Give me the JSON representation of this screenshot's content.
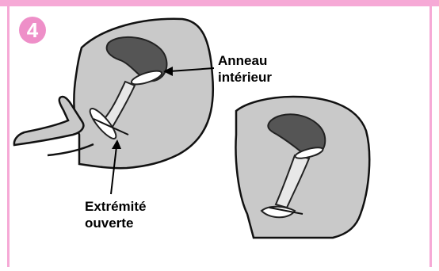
{
  "step": {
    "number": "4"
  },
  "labels": {
    "inner_ring": "Anneau\nintérieur",
    "open_end": "Extrémité\nouverte"
  },
  "colors": {
    "border": "#f6a9d6",
    "badge": "#ee8fc8",
    "body_fill": "#c9c9c9",
    "organ_fill": "#555555"
  }
}
